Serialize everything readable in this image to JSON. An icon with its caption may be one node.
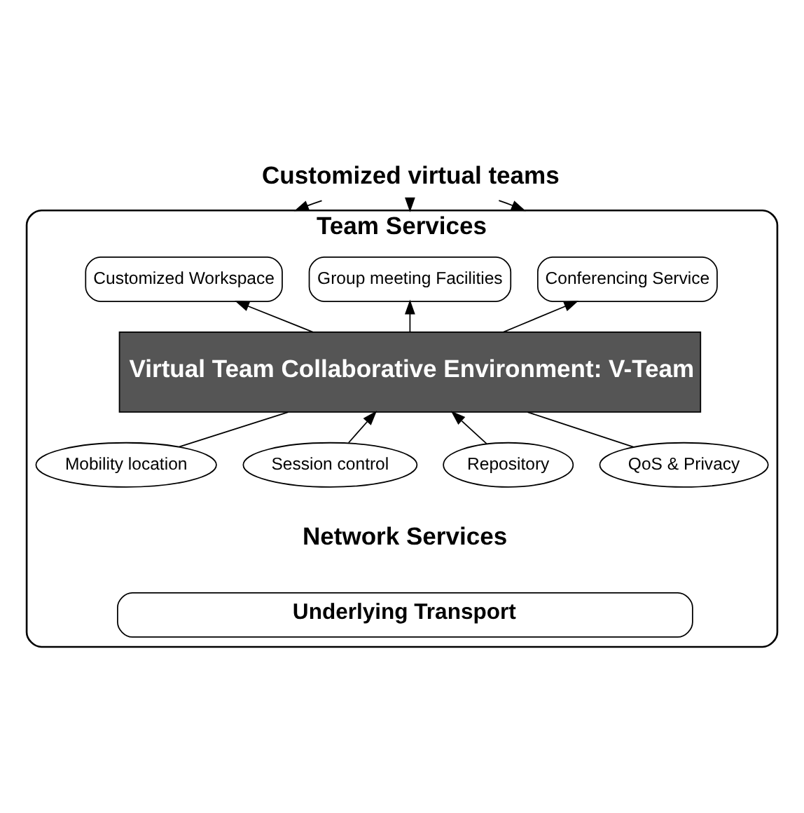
{
  "diagram": {
    "nodes": [
      {
        "text": [
          "Customized virtual teams"
        ]
      },
      {
        "text": [
          "Team Services"
        ]
      },
      {
        "text": [
          "Conferencing Service"
        ],
        "in": 1
      },
      {
        "text": [
          "Group meeting Facilities"
        ],
        "in": 1
      },
      {
        "text": [
          "Customized Workspace"
        ],
        "in": 1
      },
      {
        "text": [
          "Virtual Team Collaborative Environment: V-Team"
        ],
        "in": 1
      },
      {
        "text": [
          "Mobility location"
        ],
        "in": 1
      },
      {
        "text": [
          "Session control"
        ],
        "in": 1
      },
      {
        "text": [
          "Repository"
        ],
        "in": 1
      },
      {
        "text": [
          "QoS & Privacy"
        ],
        "in": 1
      },
      {
        "text": [
          "Underlying Transport"
        ],
        "in": 1
      }
    ],
    "edges": [
      {
        "from": 0,
        "to": 1,
        "arrow": "to"
      },
      {
        "from": 0,
        "to": 1,
        "arrow": "to"
      },
      {
        "from": 0,
        "to": 1,
        "arrow": "to"
      },
      {
        "from": 5,
        "to": 2,
        "arrow": "to"
      },
      {
        "from": 5,
        "to": 3,
        "arrow": "to"
      },
      {
        "from": 5,
        "to": 4,
        "arrow": "to"
      },
      {
        "from": 6,
        "to": 5,
        "arrow": "none"
      },
      {
        "from": 7,
        "to": 5,
        "arrow": "to"
      },
      {
        "from": 8,
        "to": 5,
        "arrow": "to"
      },
      {
        "from": 9,
        "to": 5,
        "arrow": "none"
      }
    ],
    "labels": [
      "Network Services"
    ]
  }
}
